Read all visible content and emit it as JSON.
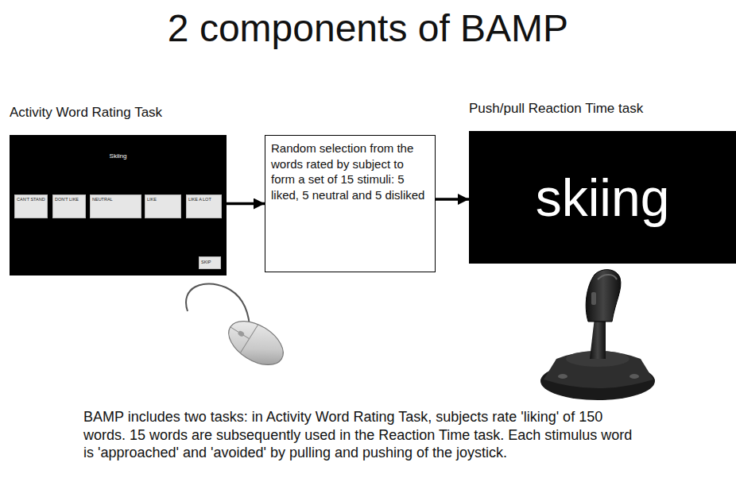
{
  "diagram": {
    "title": "2 components of BAMP",
    "caption": "BAMP includes two tasks: in Activity Word Rating Task, subjects rate 'liking' of 150 words. 15 words are subsequently used in the Reaction Time task. Each stimulus word is 'approached' and 'avoided' by pulling and pushing of the joystick.",
    "nodes": [
      {
        "text": [
          "Activity Word Rating Task",
          "Skiing"
        ]
      },
      {
        "text": [
          "CAN'T STAND"
        ],
        "in": 0
      },
      {
        "text": [
          "DON'T LIKE"
        ],
        "in": 0
      },
      {
        "text": [
          "NEUTRAL"
        ],
        "in": 0
      },
      {
        "text": [
          "LIKE"
        ],
        "in": 0
      },
      {
        "text": [
          "LIKE A LOT"
        ],
        "in": 0
      },
      {
        "text": [
          "SKIP"
        ],
        "in": 0
      },
      {
        "text": [
          "Random selection from the words rated by subject to form a set of 15 stimuli: 5 liked, 5 neutral and 5 disliked"
        ]
      },
      {
        "text": [
          "Push/pull Reaction Time task",
          "skiing"
        ]
      }
    ],
    "edges": [
      {
        "from": 0,
        "to": 7,
        "arrow": "to"
      },
      {
        "from": 7,
        "to": 8,
        "arrow": "to"
      }
    ]
  }
}
